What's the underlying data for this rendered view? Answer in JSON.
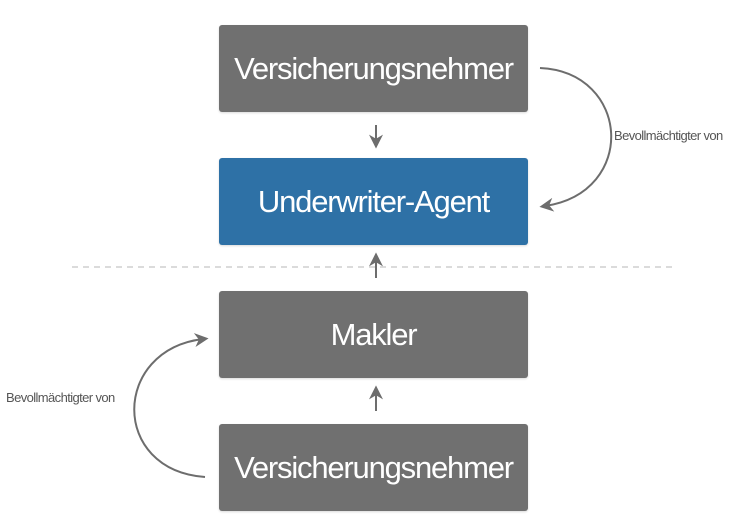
{
  "nodes": {
    "top_policyholder": "Versicherungsnehmer",
    "underwriter_agent": "Underwriter-Agent",
    "broker": "Makler",
    "bottom_policyholder": "Versicherungsnehmer"
  },
  "edge_labels": {
    "right_authorized": "Bevollmächtigter von",
    "left_authorized": "Bevollmächtigter von"
  },
  "colors": {
    "node_gray": "#707070",
    "node_blue": "#2e71a6",
    "arrow": "#6d6d6d",
    "separator": "#cfcfcf"
  }
}
